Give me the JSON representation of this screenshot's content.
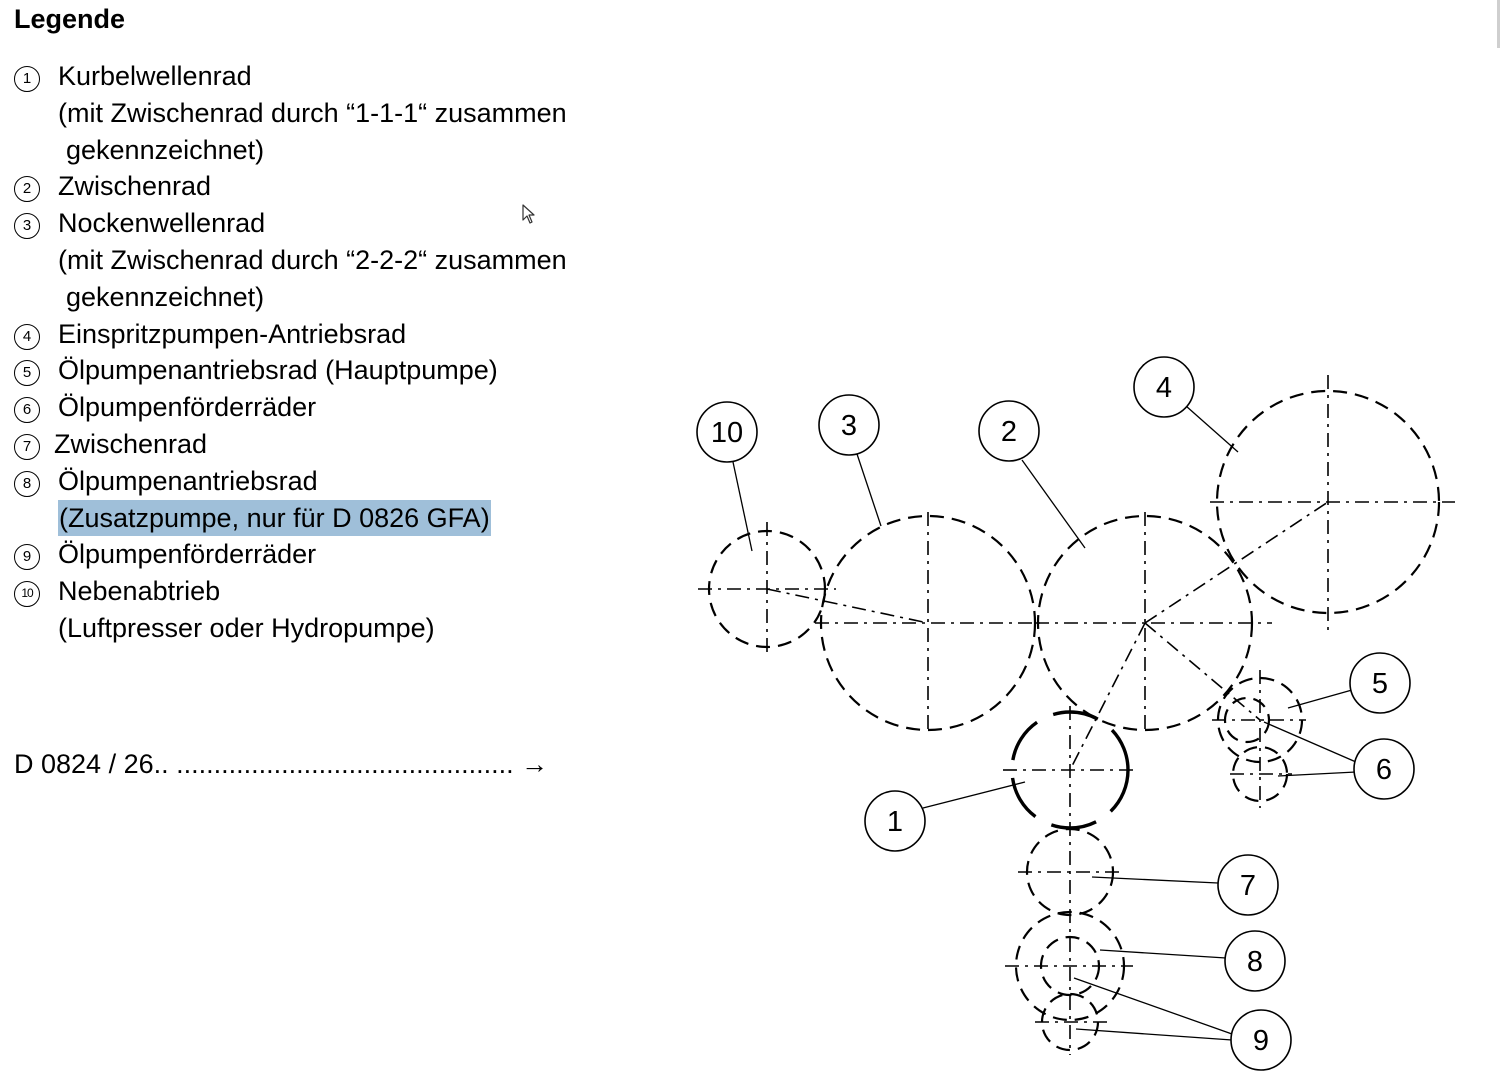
{
  "legend": {
    "title": "Legende",
    "items": [
      {
        "n": "1",
        "lines": [
          "Kurbelwellenrad",
          "(mit Zwischenrad durch “1-1-1“ zusammen",
          "gekennzeichnet)"
        ]
      },
      {
        "n": "2",
        "lines": [
          "Zwischenrad"
        ]
      },
      {
        "n": "3",
        "lines": [
          "Nockenwellenrad",
          "(mit Zwischenrad durch “2-2-2“ zusammen",
          "gekennzeichnet)"
        ]
      },
      {
        "n": "4",
        "lines": [
          "Einspritzpumpen-Antriebsrad"
        ]
      },
      {
        "n": "5",
        "lines": [
          "Ölpumpenantriebsrad (Hauptpumpe)"
        ]
      },
      {
        "n": "6",
        "lines": [
          "Ölpumpenförderräder"
        ]
      },
      {
        "n": "7",
        "lines": [
          "Zwischenrad"
        ]
      },
      {
        "n": "8",
        "lines": [
          "Ölpumpenantriebsrad",
          "(Zusatzpumpe, nur für D 0826 GFA)"
        ]
      },
      {
        "n": "9",
        "lines": [
          "Ölpumpenförderräder"
        ]
      },
      {
        "n": "10",
        "lines": [
          "Nebenabtrieb",
          "(Luftpresser oder Hydropumpe)"
        ]
      }
    ]
  },
  "footer": {
    "text": "D 0824 / 26.. ............................................. →"
  },
  "diagram": {
    "callouts": [
      "10",
      "3",
      "2",
      "4",
      "5",
      "6",
      "1",
      "7",
      "8",
      "9"
    ]
  }
}
